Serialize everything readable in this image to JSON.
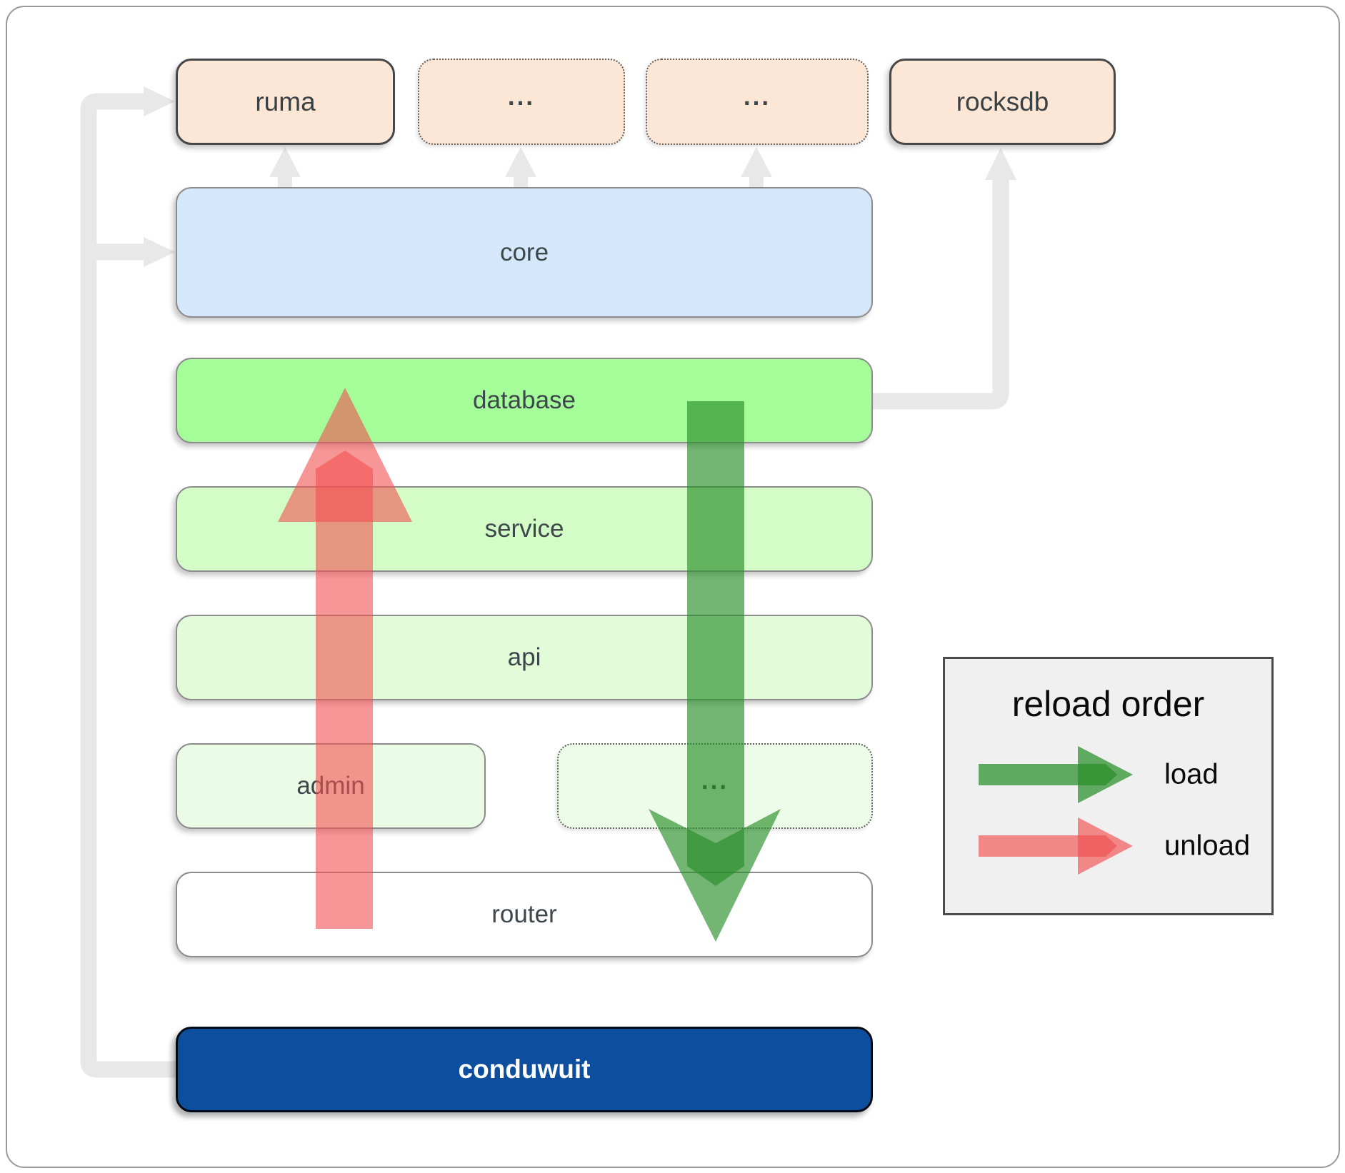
{
  "diagram": {
    "nodes": {
      "ruma": {
        "label": "ruma"
      },
      "crates_more_1": {
        "label": "..."
      },
      "crates_more_2": {
        "label": "..."
      },
      "rocksdb": {
        "label": "rocksdb"
      },
      "core": {
        "label": "core"
      },
      "database": {
        "label": "database"
      },
      "service": {
        "label": "service"
      },
      "api": {
        "label": "api"
      },
      "admin": {
        "label": "admin"
      },
      "services_more": {
        "label": "..."
      },
      "router": {
        "label": "router"
      },
      "conduwuit": {
        "label": "conduwuit"
      }
    },
    "legend": {
      "title": "reload order",
      "items": [
        {
          "label": "load",
          "color": "#2e8e2e"
        },
        {
          "label": "unload",
          "color": "#f25050"
        }
      ]
    },
    "colors": {
      "crate_fill": "#fce7d7",
      "core_fill": "#d5e8fb",
      "database_fill": "#a5fd99",
      "service_fill": "#d3fcc7",
      "api_fill": "#e2fcda",
      "admin_fill": "#ebfce6",
      "services_more_fill": "#edfce8",
      "router_fill": "#ffffff",
      "conduwuit_fill": "#0d4e9e",
      "connector_gray": "#e8e8e8",
      "load_arrow_green": "rgba(40,142,40,0.65)",
      "unload_arrow_red": "rgba(242,80,80,0.60)"
    }
  }
}
